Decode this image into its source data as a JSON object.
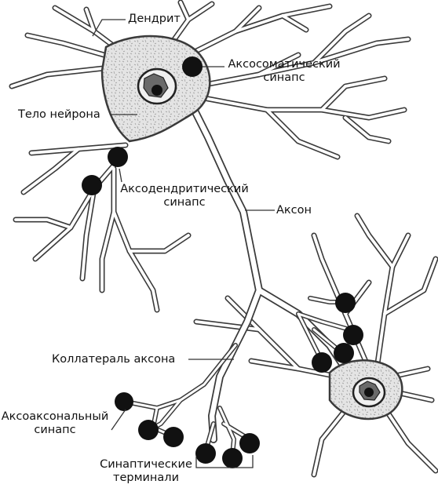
{
  "labels": {
    "dendrite": "Дендрит",
    "axosomatic_line1": "Аксосоматический",
    "axosomatic_line2": "синапс",
    "soma": "Тело нейрона",
    "axodendritic_line1": "Аксодендритический",
    "axodendritic_line2": "синапс",
    "axon": "Аксон",
    "collateral": "Коллатераль аксона",
    "axoaxonal_line1": "Аксоаксональный",
    "axoaxonal_line2": "синапс",
    "terminals_line1": "Синаптические",
    "terminals_line2": "терминали"
  },
  "colors": {
    "outline": "#3a3a3a",
    "cytoplasm": "#e6e6e6",
    "bouton": "#111111",
    "leader": "#333333"
  }
}
